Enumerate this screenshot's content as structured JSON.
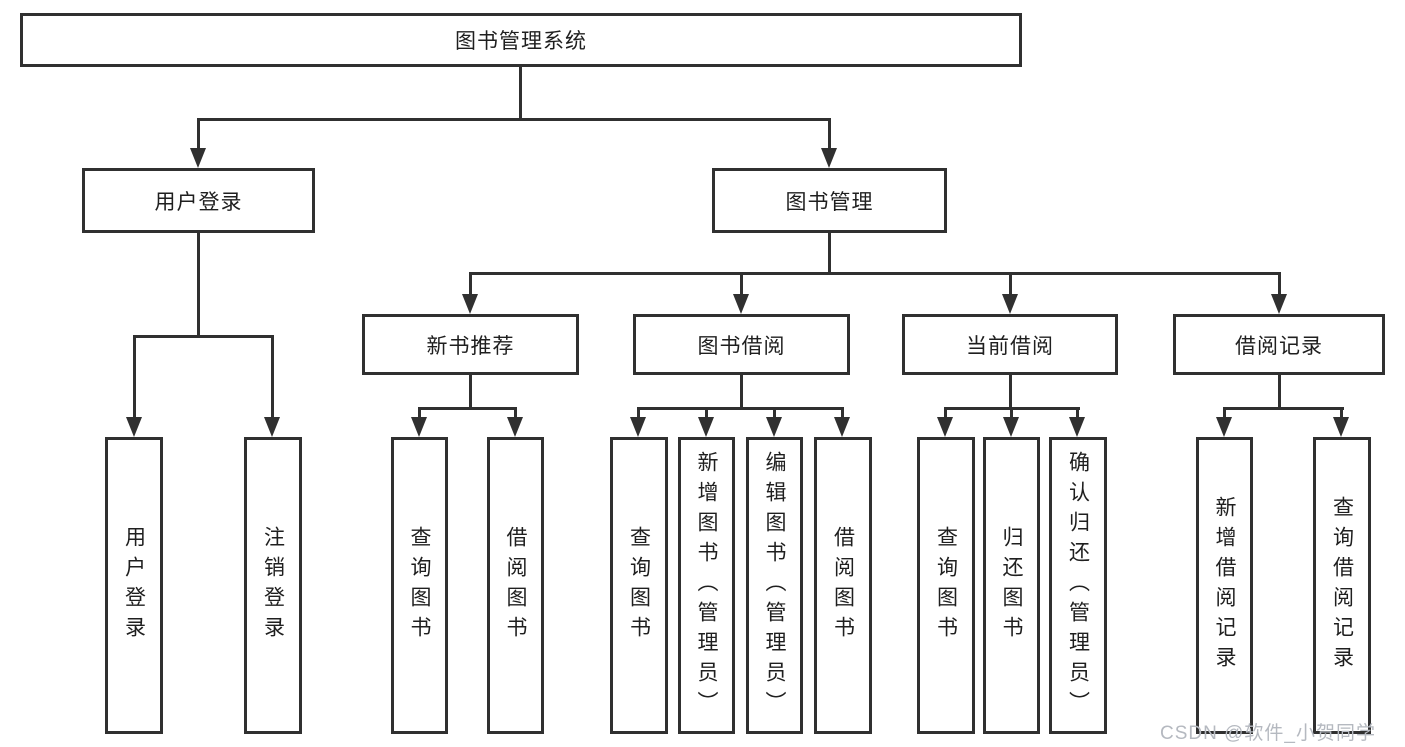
{
  "colors": {
    "line": "#303030",
    "text": "#1f1f1f",
    "watermark": "#b5b9c0"
  },
  "watermark": {
    "text": "CSDN @软件_小贺同学"
  },
  "tree": {
    "root": {
      "label": "图书管理系统"
    },
    "branches": [
      {
        "label": "用户登录",
        "children": [
          {
            "label": "用户登录"
          },
          {
            "label": "注销登录"
          }
        ]
      },
      {
        "label": "图书管理",
        "children": [
          {
            "label": "新书推荐",
            "children": [
              {
                "label": "查询图书"
              },
              {
                "label": "借阅图书"
              }
            ]
          },
          {
            "label": "图书借阅",
            "children": [
              {
                "label": "查询图书"
              },
              {
                "label": "新增图书（管理员）"
              },
              {
                "label": "编辑图书（管理员）"
              },
              {
                "label": "借阅图书"
              }
            ]
          },
          {
            "label": "当前借阅",
            "children": [
              {
                "label": "查询图书"
              },
              {
                "label": "归还图书"
              },
              {
                "label": "确认归还（管理员）"
              }
            ]
          },
          {
            "label": "借阅记录",
            "children": [
              {
                "label": "新增借阅记录"
              },
              {
                "label": "查询借阅记录"
              }
            ]
          }
        ]
      }
    ]
  }
}
